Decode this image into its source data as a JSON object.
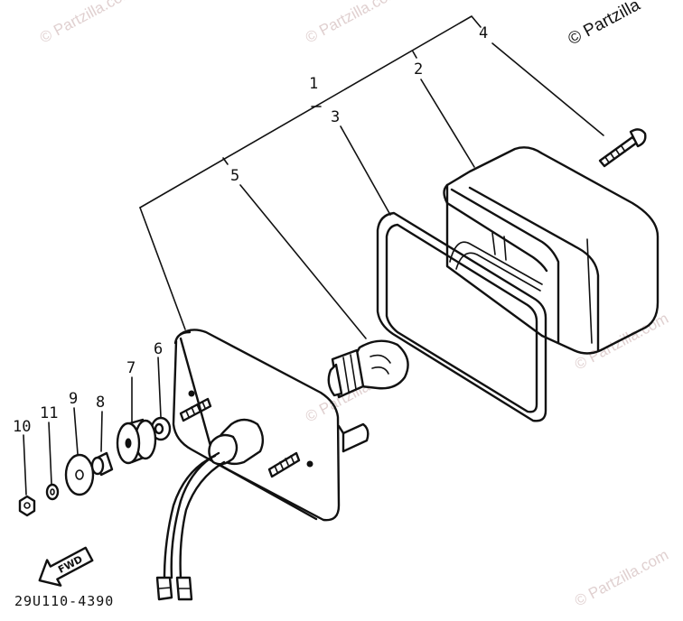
{
  "brand": "© Partzilla",
  "watermarks": [
    "© Partzilla.com",
    "© Partzilla.com",
    "© Partzilla.com",
    "© Partzilla.com",
    "© Partzilla.com"
  ],
  "callouts": [
    "1",
    "2",
    "3",
    "4",
    "5",
    "6",
    "7",
    "8",
    "9",
    "10",
    "11"
  ],
  "fwd_label": "FWD",
  "diagram_code": "29U110-4390"
}
